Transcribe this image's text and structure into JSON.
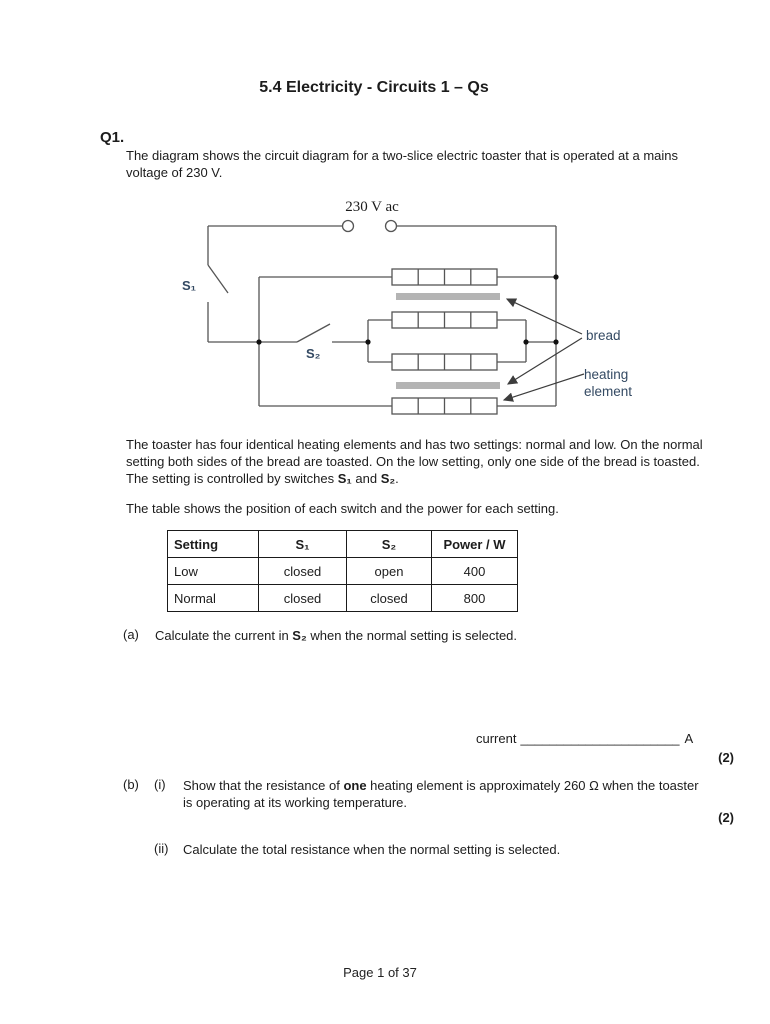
{
  "doc": {
    "title": "5.4 Electricity - Circuits 1 – Qs",
    "footer": "Page 1 of 37"
  },
  "q1": {
    "number": "Q1.",
    "intro": "The diagram shows the circuit diagram for a two-slice electric toaster that is operated at a mains voltage of 230 V.",
    "description": {
      "text_before": "The toaster has four identical heating elements and has two settings: normal and low. On the normal setting both sides of the bread are toasted. On the low setting, only one side of the bread is toasted. The setting is controlled by switches ",
      "s1": "S₁",
      "joiner": " and ",
      "s2": "S₂",
      "period": "."
    },
    "table_caption": "The table shows the position of each switch and the power for each setting."
  },
  "diagram": {
    "supply_label": "230 V ac",
    "switch1_label": "S₁",
    "switch2_label": "S₂",
    "bread_label": "bread",
    "heating_label_line1": "heating",
    "heating_label_line2": "element",
    "label_color": "#344a63",
    "wire_color": "#555555",
    "arrow_color": "#3d3d3d",
    "bread_color": "#b4b4b4"
  },
  "table": {
    "headers": [
      "Setting",
      "S₁",
      "S₂",
      "Power / W"
    ],
    "rows": [
      [
        "Low",
        "closed",
        "open",
        "400"
      ],
      [
        "Normal",
        "closed",
        "closed",
        "800"
      ]
    ]
  },
  "part_a": {
    "label": "(a)",
    "text_before": "Calculate the current in ",
    "s2": "S₂",
    "text_after": " when the normal setting is selected.",
    "answer_label": "current",
    "answer_line": "______________________",
    "answer_unit": "A",
    "marks": "(2)"
  },
  "part_b": {
    "label": "(b)",
    "i": {
      "label": "(i)",
      "text_before": "Show that the resistance of ",
      "bold_word": "one",
      "text_after": " heating element is approximately 260 Ω when the toaster is operating at its working temperature.",
      "marks": "(2)"
    },
    "ii": {
      "label": "(ii)",
      "text": "Calculate the total resistance when the normal setting is selected."
    }
  }
}
